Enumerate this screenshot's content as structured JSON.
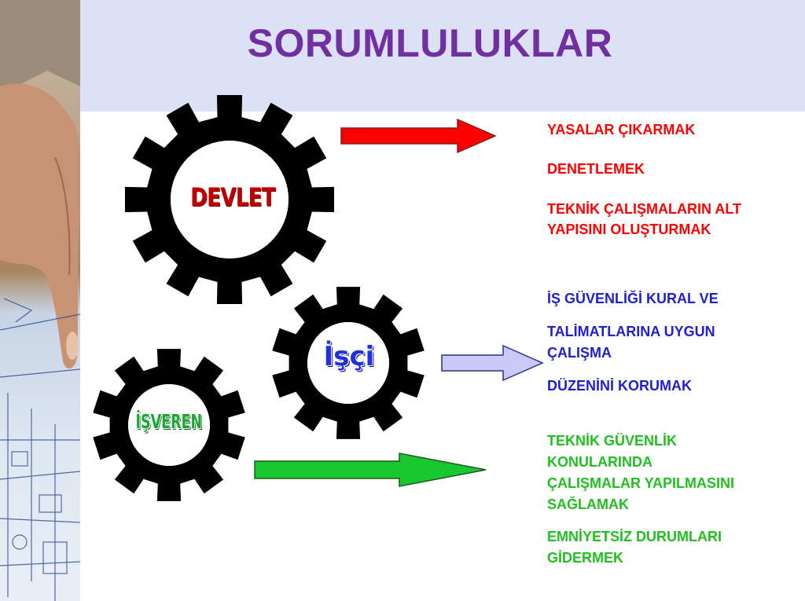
{
  "title": "SORUMLULUKLAR",
  "gears": {
    "devlet": "DEVLET",
    "isci": "İşçi",
    "isveren": "İŞVEREN"
  },
  "devlet_items": {
    "item1": "YASALAR ÇIKARMAK",
    "item2": "DENETLEMEK",
    "item3_line1": "TEKNİK ÇALIŞMALARIN ALT",
    "item3_line2": "YAPISINI OLUŞTURMAK"
  },
  "isci_items": {
    "line1": "İŞ GÜVENLİĞİ KURAL VE",
    "line2": "TALİMATLARINA UYGUN",
    "line3": "ÇALIŞMA",
    "line4": "DÜZENİNİ KORUMAK"
  },
  "isveren_items": {
    "line1": "TEKNİK GÜVENLİK",
    "line2": "KONULARINDA",
    "line3": "ÇALIŞMALAR YAPILMASINI",
    "line4": "SAĞLAMAK",
    "line5": "EMNİYETSİZ DURUMLARI",
    "line6": "GİDERMEK"
  },
  "colors": {
    "title": "#7030a0",
    "header_band": "#dce1f6",
    "devlet_text": "#ff0000",
    "isci_text": "#1f1fd0",
    "isveren_text": "#20c020",
    "gear": "#000000"
  }
}
